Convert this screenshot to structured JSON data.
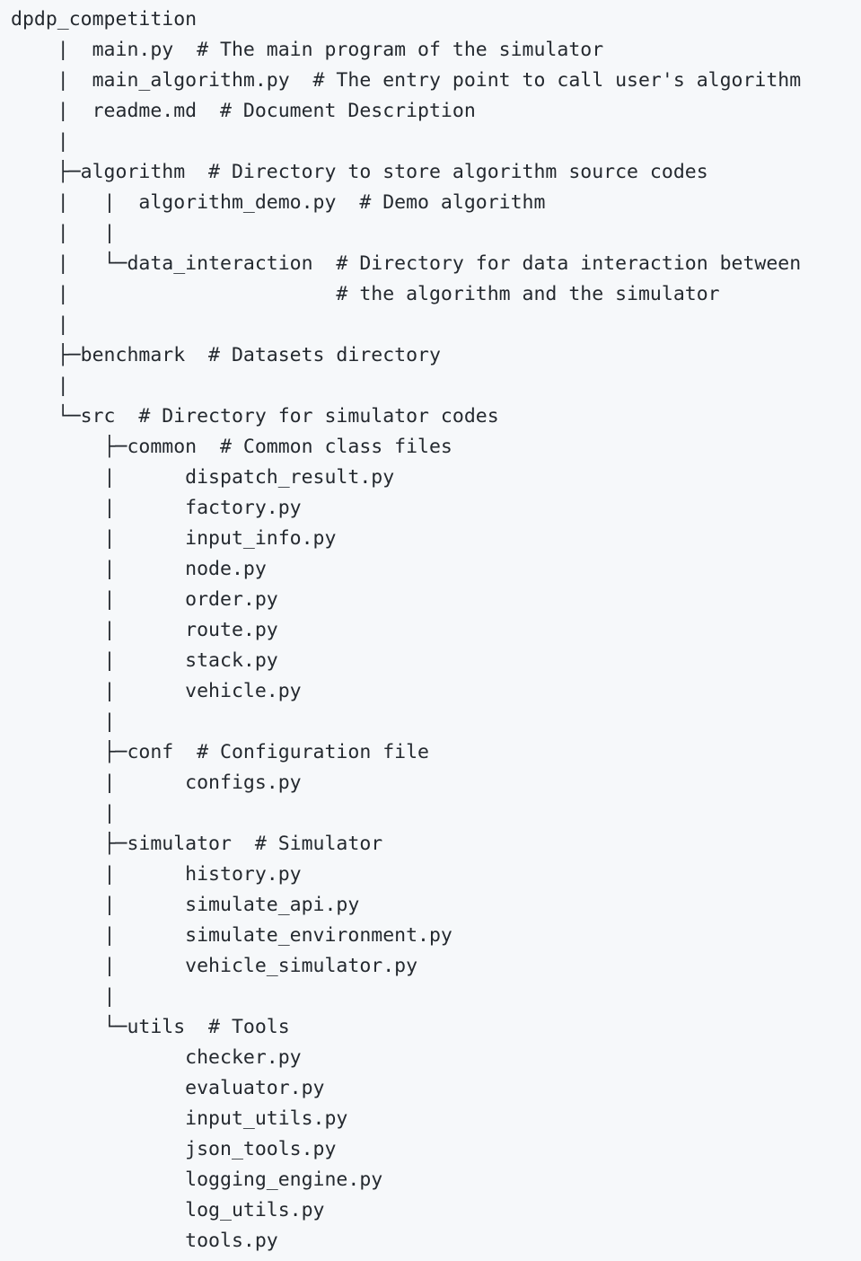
{
  "code_block": {
    "lines": [
      "dpdp_competition",
      "    |  main.py  # The main program of the simulator",
      "    |  main_algorithm.py  # The entry point to call user's algorithm",
      "    |  readme.md  # Document Description",
      "    |",
      "    ├─algorithm  # Directory to store algorithm source codes",
      "    |   |  algorithm_demo.py  # Demo algorithm",
      "    |   |",
      "    |   └─data_interaction  # Directory for data interaction between",
      "    |                       # the algorithm and the simulator",
      "    |",
      "    ├─benchmark  # Datasets directory",
      "    |",
      "    └─src  # Directory for simulator codes",
      "        ├─common  # Common class files",
      "        |      dispatch_result.py",
      "        |      factory.py",
      "        |      input_info.py",
      "        |      node.py",
      "        |      order.py",
      "        |      route.py",
      "        |      stack.py",
      "        |      vehicle.py",
      "        |",
      "        ├─conf  # Configuration file",
      "        |      configs.py",
      "        |",
      "        ├─simulator  # Simulator",
      "        |      history.py",
      "        |      simulate_api.py",
      "        |      simulate_environment.py",
      "        |      vehicle_simulator.py",
      "        |",
      "        └─utils  # Tools",
      "               checker.py",
      "               evaluator.py",
      "               input_utils.py",
      "               json_tools.py",
      "               logging_engine.py",
      "               log_utils.py",
      "               tools.py"
    ]
  }
}
